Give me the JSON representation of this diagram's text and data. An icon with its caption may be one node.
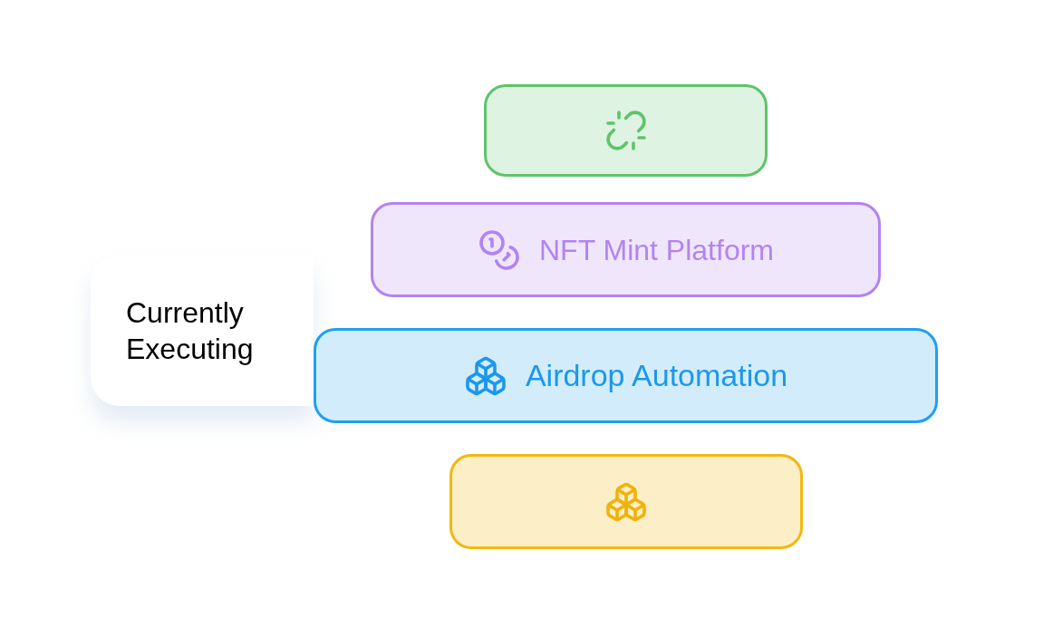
{
  "diagram": {
    "nodes": [
      {
        "text": [
          "Currently Executing"
        ]
      },
      {
        "text": [],
        "shape": "box"
      },
      {
        "text": [
          "NFT Mint Platform"
        ]
      },
      {
        "text": [
          "Airdrop Automation"
        ]
      },
      {
        "text": [],
        "shape": "box"
      }
    ]
  }
}
